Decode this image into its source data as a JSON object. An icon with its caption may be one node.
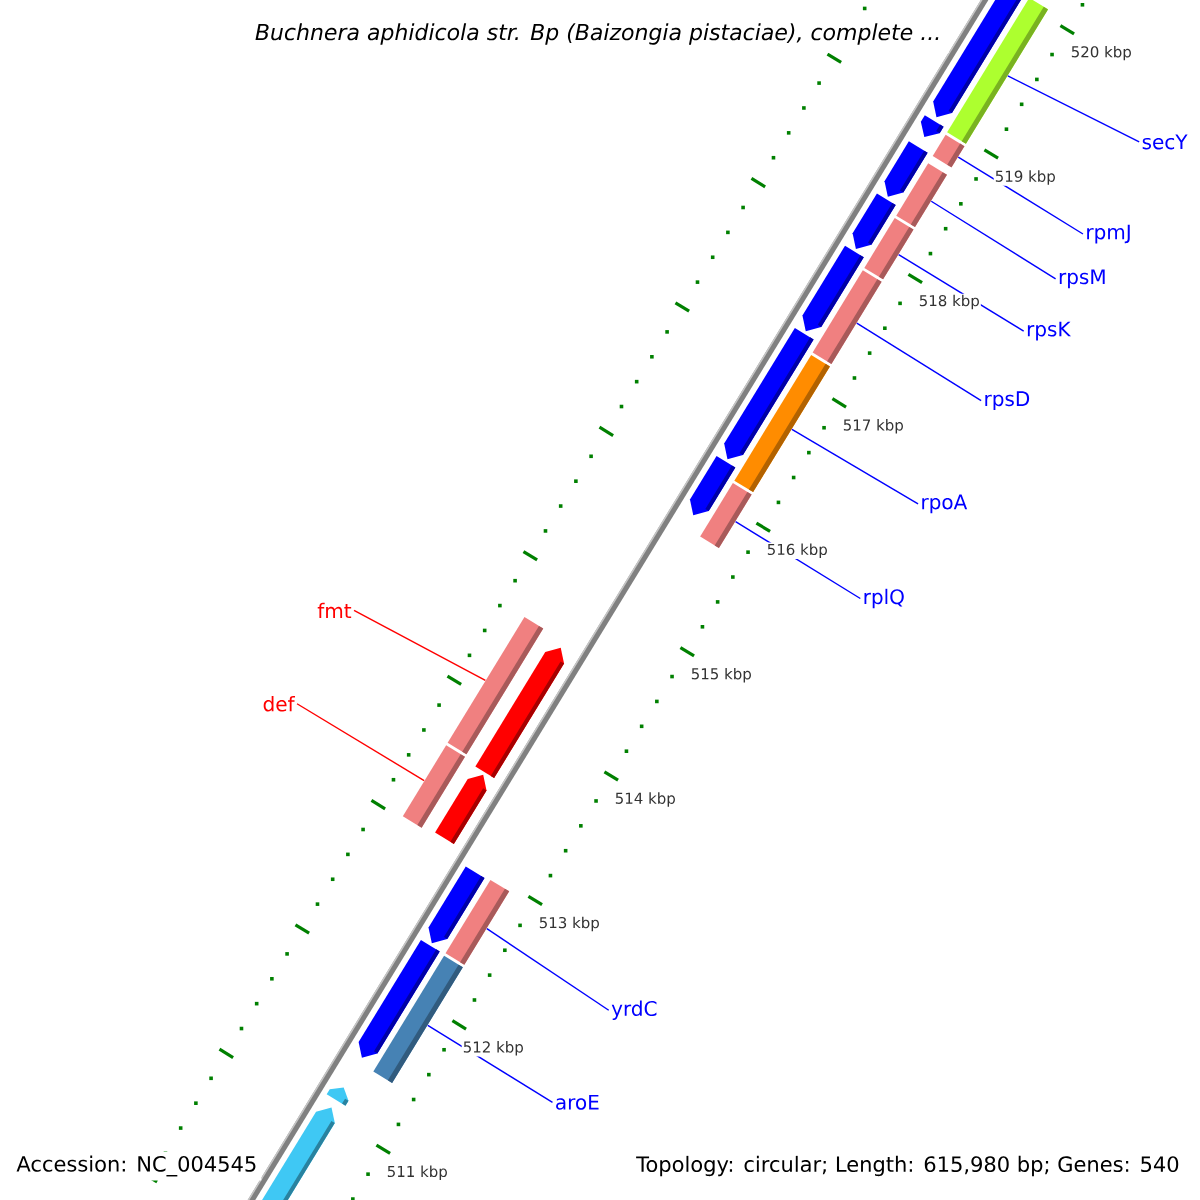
{
  "diagram": {
    "title": "*Buchnera aphidicola str. Bp (Baizongia pistaciae), complete ...*",
    "nodes": [
      {
        "text": [
          "secY"
        ]
      },
      {
        "text": [],
        "shape": "bar"
      },
      {
        "text": [
          "rpmJ"
        ]
      },
      {
        "text": [],
        "shape": "bar"
      },
      {
        "text": [
          "rpsM"
        ]
      },
      {
        "text": [],
        "shape": "bar"
      },
      {
        "text": [
          "rpsK"
        ]
      },
      {
        "text": [],
        "shape": "bar"
      },
      {
        "text": [
          "rpsD"
        ]
      },
      {
        "text": [],
        "shape": "bar"
      },
      {
        "text": [
          "rpoA"
        ]
      },
      {
        "text": [],
        "shape": "bar"
      },
      {
        "text": [
          "rplQ"
        ]
      },
      {
        "text": [],
        "shape": "bar"
      },
      {
        "text": [
          "fmt"
        ]
      },
      {
        "text": [],
        "shape": "bar"
      },
      {
        "text": [
          "def"
        ]
      },
      {
        "text": [],
        "shape": "bar"
      },
      {
        "text": [
          "yrdC"
        ]
      },
      {
        "text": [],
        "shape": "bar"
      },
      {
        "text": [
          "aroE"
        ]
      },
      {
        "text": [],
        "shape": "bar"
      }
    ],
    "edges": [
      {
        "from": 0,
        "to": 1,
        "arrow": "none"
      },
      {
        "from": 2,
        "to": 3,
        "arrow": "none"
      },
      {
        "from": 4,
        "to": 5,
        "arrow": "none"
      },
      {
        "from": 6,
        "to": 7,
        "arrow": "none"
      },
      {
        "from": 8,
        "to": 9,
        "arrow": "none"
      },
      {
        "from": 10,
        "to": 11,
        "arrow": "none"
      },
      {
        "from": 12,
        "to": 13,
        "arrow": "none"
      },
      {
        "from": 14,
        "to": 15,
        "arrow": "none",
        "color": "#ff0000"
      },
      {
        "from": 16,
        "to": 17,
        "arrow": "none",
        "color": "#ff0000"
      },
      {
        "from": 18,
        "to": 19,
        "arrow": "none"
      },
      {
        "from": 20,
        "to": 21,
        "arrow": "none"
      }
    ],
    "labels": [
      "520 kbp",
      "519 kbp",
      "518 kbp",
      "517 kbp",
      "516 kbp",
      "515 kbp",
      "514 kbp",
      "513 kbp",
      "512 kbp",
      "511 kbp",
      "Accession: NC_004545",
      "Topology: circular; Length: 615,980 bp; Genes: 540"
    ]
  }
}
